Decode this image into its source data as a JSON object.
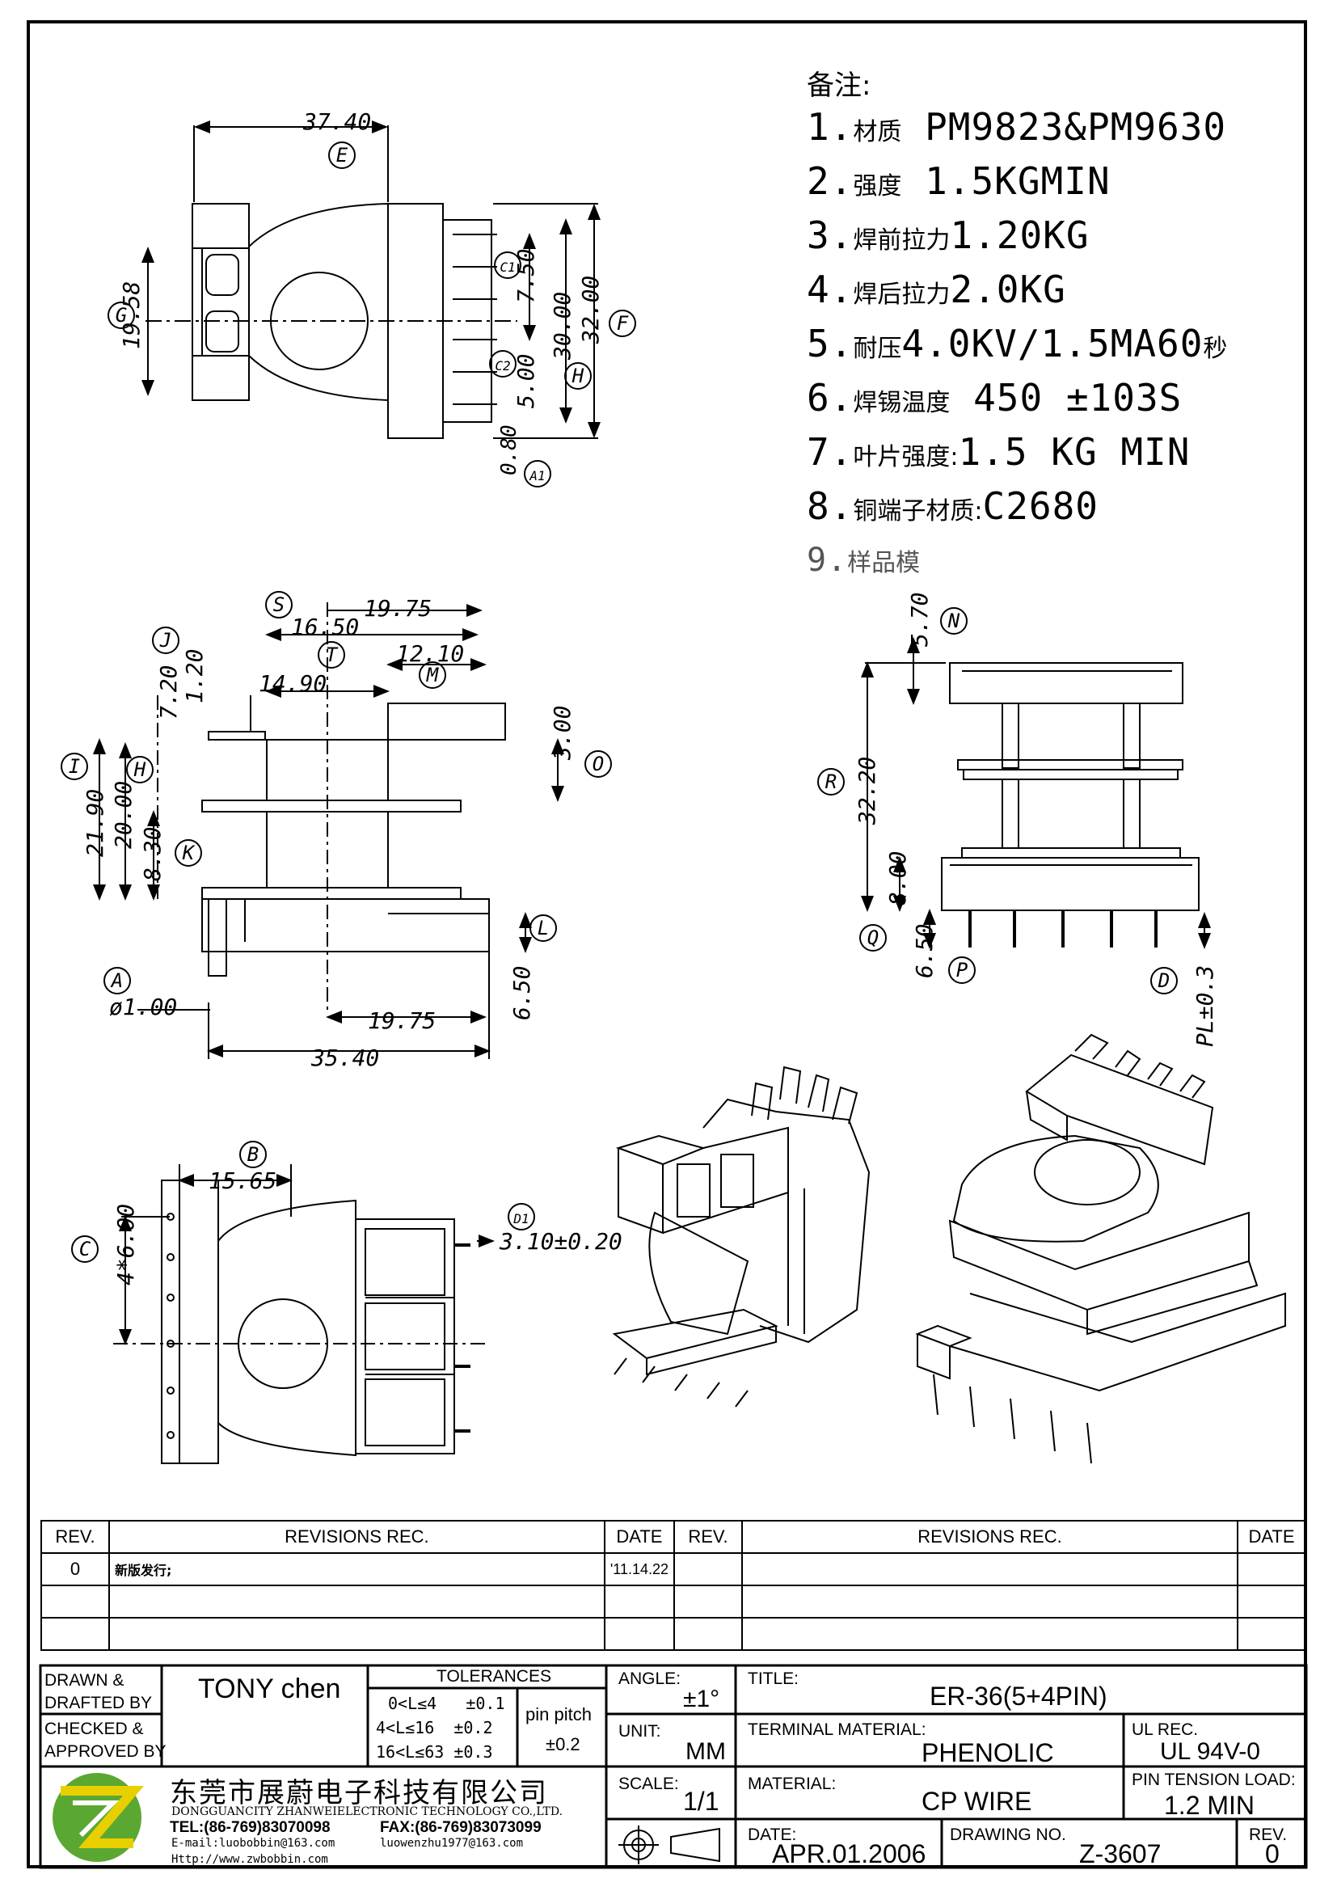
{
  "notes": {
    "heading": "备注:",
    "items": [
      {
        "num": "1.",
        "label": "材质",
        "value": " PM9823&PM9630"
      },
      {
        "num": "2.",
        "label": "强度",
        "value": " 1.5KGMIN"
      },
      {
        "num": "3.",
        "label": "焊前拉力",
        "value": "1.20KG"
      },
      {
        "num": "4.",
        "label": "焊后拉力",
        "value": "2.0KG"
      },
      {
        "num": "5.",
        "label": "耐压",
        "value": "4.0KV/1.5MA60",
        "suffix": "秒"
      },
      {
        "num": "6.",
        "label": "焊锡温度",
        "value": " 450 ±103S"
      },
      {
        "num": "7.",
        "label": "叶片强度:",
        "value": "1.5 KG MIN"
      },
      {
        "num": "8.",
        "label": "铜端子材质:",
        "value": "C2680"
      },
      {
        "num": "9.",
        "label": "样品模",
        "value": ""
      }
    ]
  },
  "dims": {
    "top_width": "37.40",
    "top_h1": "19.58",
    "top_h2": "30.00",
    "top_h3": "32.00",
    "top_c1": "7.50",
    "top_c2": "5.00",
    "top_a1": "0.80",
    "side_s": "16.50",
    "side_w": "19.75",
    "side_m": "12.10",
    "side_t": "14.90",
    "side_j1": "7.20",
    "side_j2": "1.20",
    "side_i": "21.90",
    "side_h": "20.00",
    "side_k": "8.30",
    "side_o": "3.00",
    "side_pin": "ø1.00",
    "side_bw": "19.75",
    "side_total": "35.40",
    "side_l": "6.50",
    "front_n": "5.70",
    "front_r": "32.20",
    "front_q": "8.00",
    "front_p": "6.50",
    "front_pl": "PL±0.3",
    "bot_b": "15.65",
    "bot_c": "4*6.00",
    "bot_d1": "3.10±0.20"
  },
  "labels": {
    "E": "E",
    "G": "G",
    "F": "F",
    "H": "H",
    "C1": "C1",
    "C2": "C2",
    "A1": "A1",
    "S": "S",
    "J": "J",
    "T": "T",
    "M": "M",
    "I": "I",
    "H2": "H",
    "O": "O",
    "K": "K",
    "A": "A",
    "L": "L",
    "N": "N",
    "R": "R",
    "Q": "Q",
    "P": "P",
    "D": "D",
    "B": "B",
    "C": "C",
    "D1": "D1"
  },
  "revisions": {
    "col_rev": "REV.",
    "col_rec": "REVISIONS REC.",
    "col_date": "DATE",
    "rows": [
      {
        "rev": "0",
        "rec": "新版发行;",
        "date": "'11.14.22"
      }
    ]
  },
  "titleblock": {
    "drawn_label": "DRAWN &\nDRAFTED BY",
    "drawn_value": "TONY chen",
    "checked_label": "CHECKED &\nAPPROVED BY",
    "tol_title": "TOLERANCES",
    "tol1": "0<L≤4   ±0.1",
    "tol2": "4<L≤16  ±0.2",
    "tol3": "16<L≤63 ±0.3",
    "pin_pitch": "pin pitch",
    "pin_pitch_val": "±0.2",
    "angle_label": "ANGLE:",
    "angle_val": "±1°",
    "unit_label": "UNIT:",
    "unit_val": "MM",
    "scale_label": "SCALE:",
    "scale_val": "1/1",
    "title_label": "TITLE:",
    "title_val": "ER-36(5+4PIN)",
    "term_label": "TERMINAL MATERIAL:",
    "term_val": "PHENOLIC",
    "ul_label": "UL REC.",
    "ul_val": "UL 94V-0",
    "mat_label": "MATERIAL:",
    "mat_val": "CP WIRE",
    "pin_label": "PIN TENSION LOAD:",
    "pin_val": "1.2 MIN",
    "date_label": "DATE:",
    "date_val": "APR.01.2006",
    "dwg_label": "DRAWING NO.",
    "dwg_val": "Z-3607",
    "rev_label": "REV.",
    "rev_val": "0",
    "company_cn": "东莞市展蔚电子科技有限公司",
    "company_en": "DONGGUANCITY ZHANWEIELECTRONIC TECHNOLOGY CO.,LTD.",
    "tel": "TEL:(86-769)83070098",
    "fax": "FAX:(86-769)83073099",
    "email1": "E-mail:luobobbin@163.com",
    "email2": "luowenzhu1977@163.com",
    "http": "Http://www.zwbobbin.com"
  },
  "colors": {
    "logo_green": "#5aa832",
    "logo_yellow": "#e8d000"
  }
}
